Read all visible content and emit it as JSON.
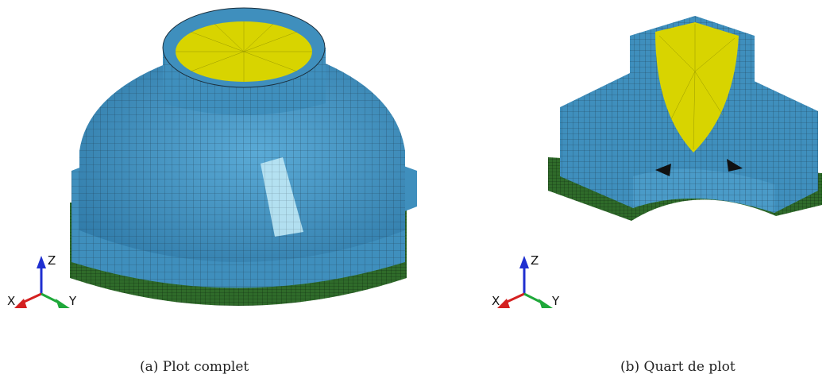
{
  "figures": [
    {
      "caption": "(a) Plot complet",
      "triad": {
        "z": "Z",
        "x": "X",
        "y": "Y"
      }
    },
    {
      "caption": "(b) Quart de plot",
      "triad": {
        "z": "Z",
        "x": "X",
        "y": "Y"
      }
    }
  ],
  "colors": {
    "body_blue": "#3f8fbd",
    "mesh_line": "#1b2f3d",
    "cap_yellow": "#d8d400",
    "base_green": "#2f6b2a",
    "highlight": "#bfe8f5",
    "axis_z": "#1f2fd0",
    "axis_x": "#d42020",
    "axis_y": "#1fa83a"
  }
}
